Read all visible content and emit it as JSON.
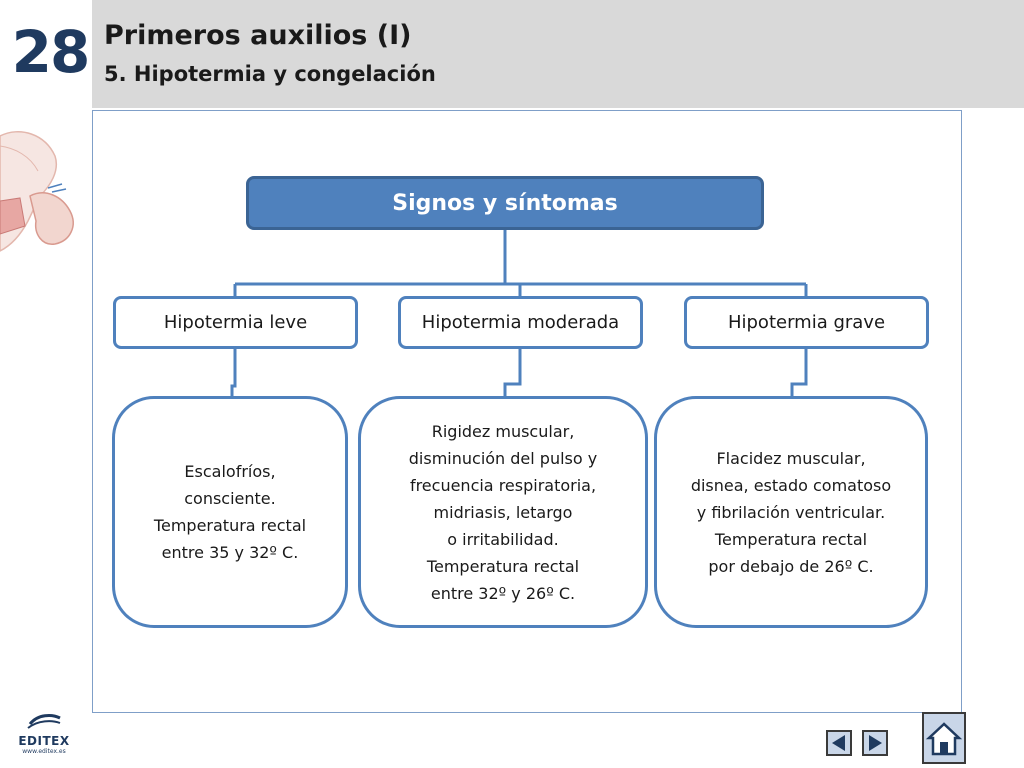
{
  "header": {
    "chapter_number": "28",
    "title": "Primeros auxilios (I)",
    "subtitle": "5. Hipotermia y congelación"
  },
  "diagram": {
    "root": "Signos y síntomas",
    "categories": [
      {
        "label": "Hipotermia leve",
        "detail": "Escalofríos,\nconsciente.\nTemperatura rectal\nentre 35 y 32º C."
      },
      {
        "label": "Hipotermia moderada",
        "detail": "Rigidez muscular,\ndisminución del pulso y\nfrecuencia respiratoria,\nmidriasis, letargo\no irritabilidad.\nTemperatura rectal\nentre 32º y 26º C."
      },
      {
        "label": "Hipotermia grave",
        "detail": "Flacidez muscular,\ndisnea, estado comatoso\ny fibrilación ventricular.\nTemperatura rectal\npor debajo de 26º C."
      }
    ]
  },
  "footer": {
    "logo_text": "EDITEX",
    "logo_url": "www.editex.es"
  },
  "icons": {
    "prev": "prev-arrow-icon",
    "next": "next-arrow-icon",
    "home": "home-icon"
  },
  "colors": {
    "accent": "#4f81bd",
    "accent_dark": "#3b6494",
    "header_bg": "#d9d9d9",
    "chapter_color": "#1f3a5f"
  }
}
